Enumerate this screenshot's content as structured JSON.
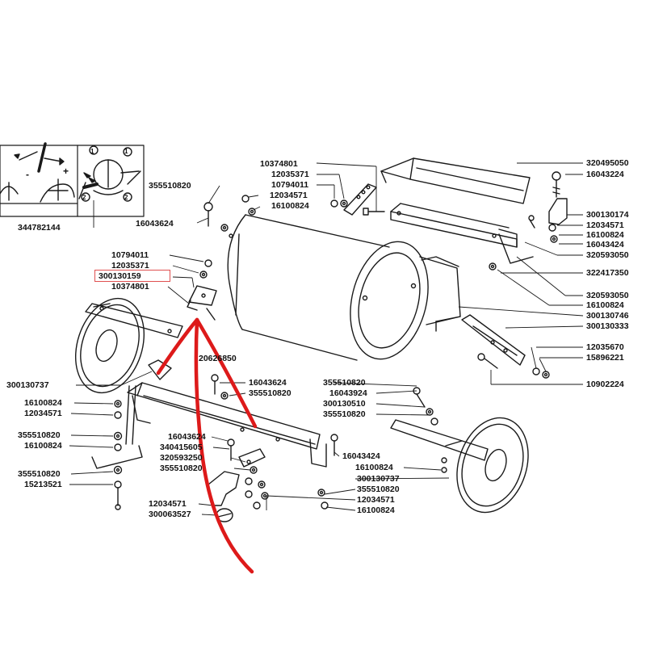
{
  "diagram": {
    "colors": {
      "line": "#1a1a1a",
      "arrow": "#dd1a1a",
      "highlight": "#e05050"
    },
    "inset_part": "344782144",
    "inset_marks": [
      "1",
      "1",
      "2",
      "2",
      "-",
      "+"
    ],
    "parts": {
      "p01": "355510820",
      "p02": "16043624",
      "p03": "10374801",
      "p04": "12035371",
      "p05": "10794011",
      "p06": "12034571",
      "p07": "16100824",
      "p08": "320495050",
      "p09": "16043224",
      "p10": "300130174",
      "p11": "12034571",
      "p12": "16100824",
      "p13": "16043424",
      "p14": "320593050",
      "p15": "322417350",
      "p16": "320593050",
      "p17": "16100824",
      "p18": "300130746",
      "p19": "300130333",
      "p20": "10794011",
      "p21": "12035371",
      "p22": "300130159",
      "p23": "10374801",
      "p24": "20626850",
      "p25": "300130737",
      "p26": "16100824",
      "p27": "12034571",
      "p28": "355510820",
      "p29": "16100824",
      "p30": "355510820",
      "p31": "15213521",
      "p32": "16043624",
      "p33": "355510820",
      "p34": "12035670",
      "p35": "15896221",
      "p36": "10902224",
      "p37": "355510820",
      "p38": "16043924",
      "p39": "300130510",
      "p40": "355510820",
      "p41": "16043624",
      "p42": "340415605",
      "p43": "320593250",
      "p44": "355510820",
      "p45": "16043424",
      "p46": "16100824",
      "p47": "300130737",
      "p48": "355510820",
      "p49": "12034571",
      "p50": "16100824",
      "p51": "12034571",
      "p52": "300063527"
    }
  }
}
